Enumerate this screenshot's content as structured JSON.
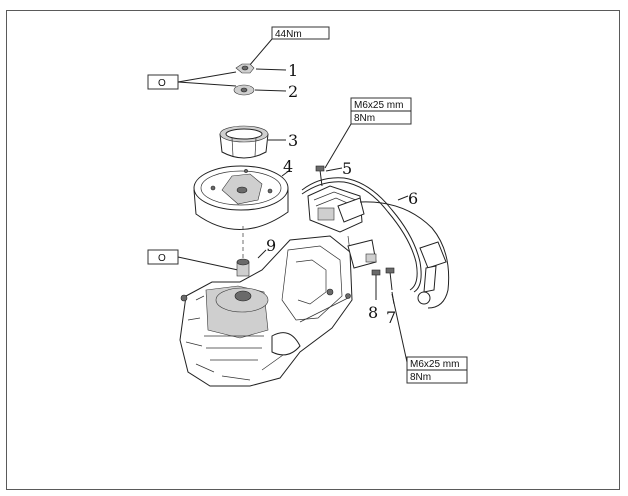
{
  "callouts": [
    "1",
    "2",
    "3",
    "4",
    "5",
    "6",
    "7",
    "8",
    "9"
  ],
  "specs": {
    "top": {
      "torque": "44Nm"
    },
    "upper_right": {
      "bolt": "M6x25 mm",
      "torque": "8Nm"
    },
    "lower_right": {
      "bolt": "M6x25 mm",
      "torque": "8Nm"
    }
  },
  "tool_marks": {
    "top": "O",
    "middle": "O"
  }
}
